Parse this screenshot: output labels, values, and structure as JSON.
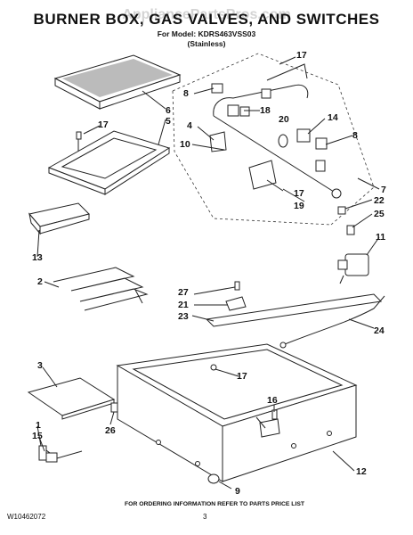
{
  "header": {
    "title": "BURNER BOX, GAS VALVES, AND SWITCHES",
    "model_line": "For Model: KDRS463VSS03",
    "finish": "(Stainless)",
    "watermark": "AppliancePartsPros.com"
  },
  "callouts": [
    "1",
    "2",
    "3",
    "4",
    "5",
    "6",
    "7",
    "8",
    "8",
    "9",
    "10",
    "11",
    "12",
    "13",
    "14",
    "15",
    "16",
    "17",
    "17",
    "17",
    "17",
    "18",
    "19",
    "20",
    "21",
    "22",
    "23",
    "24",
    "25",
    "26",
    "27"
  ],
  "footer": {
    "doc_number": "W10462072",
    "instructions": "FOR ORDERING INFORMATION REFER TO PARTS PRICE LIST",
    "page_number": "3"
  }
}
